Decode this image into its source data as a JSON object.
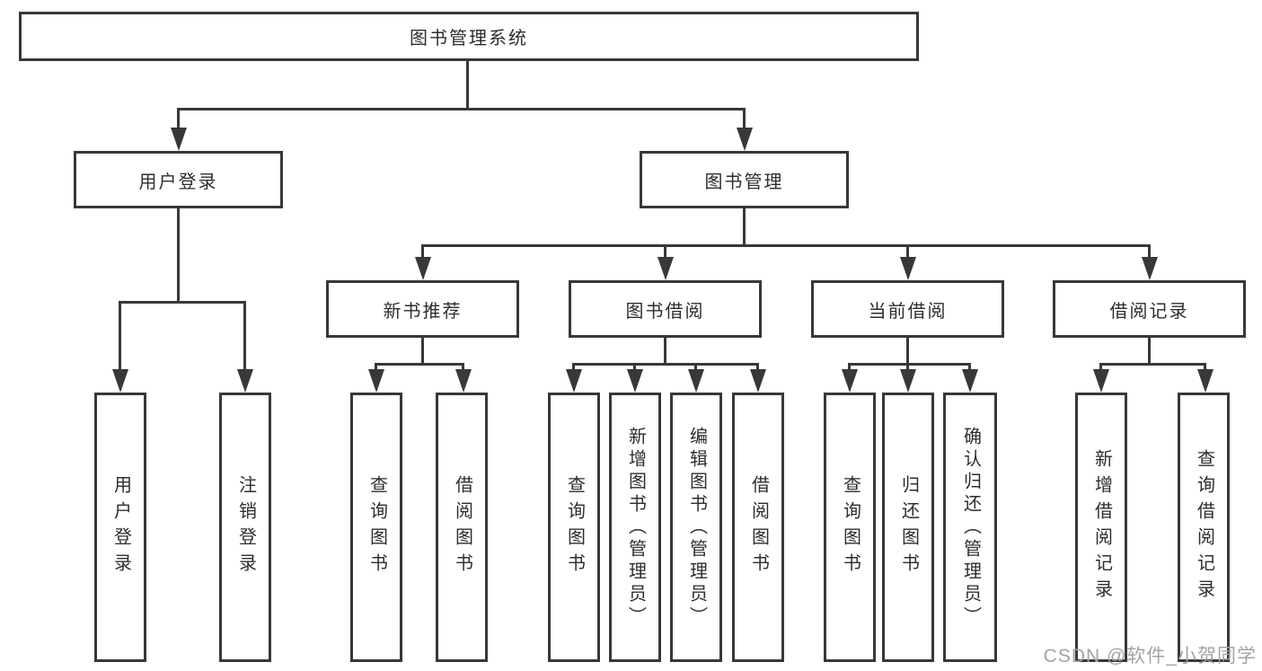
{
  "diagram": {
    "title": "图书管理系统",
    "type": "hierarchy-tree",
    "colors": {
      "line": "#383838",
      "border": "#383838",
      "text": "#2d2d2d",
      "background": "#ffffff",
      "watermark": "#a3a3a3"
    },
    "nodes": {
      "root": "图书管理系统",
      "user_login": "用户登录",
      "book_mgmt": "图书管理",
      "new_book_rec": "新书推荐",
      "book_borrow": "图书借阅",
      "current_borrow": "当前借阅",
      "borrow_records": "借阅记录",
      "leaf_user_login": "用户登录",
      "leaf_logout": "注销登录",
      "leaf_query_book_1": "查询图书",
      "leaf_borrow_book_1": "借阅图书",
      "leaf_query_book_2": "查询图书",
      "leaf_add_book": "新增图书（管理员）",
      "leaf_edit_book": "编辑图书（管理员）",
      "leaf_borrow_book_2": "借阅图书",
      "leaf_query_book_3": "查询图书",
      "leaf_return_book": "归还图书",
      "leaf_confirm_return": "确认归还（管理员）",
      "leaf_add_record": "新增借阅记录",
      "leaf_query_record": "查询借阅记录"
    },
    "tree": {
      "root": [
        "user_login",
        "book_mgmt"
      ],
      "user_login": [
        "leaf_user_login",
        "leaf_logout"
      ],
      "book_mgmt": [
        "new_book_rec",
        "book_borrow",
        "current_borrow",
        "borrow_records"
      ],
      "new_book_rec": [
        "leaf_query_book_1",
        "leaf_borrow_book_1"
      ],
      "book_borrow": [
        "leaf_query_book_2",
        "leaf_add_book",
        "leaf_edit_book",
        "leaf_borrow_book_2"
      ],
      "current_borrow": [
        "leaf_query_book_3",
        "leaf_return_book",
        "leaf_confirm_return"
      ],
      "borrow_records": [
        "leaf_add_record",
        "leaf_query_record"
      ]
    },
    "watermark": "CSDN @软件_小贺同学"
  }
}
